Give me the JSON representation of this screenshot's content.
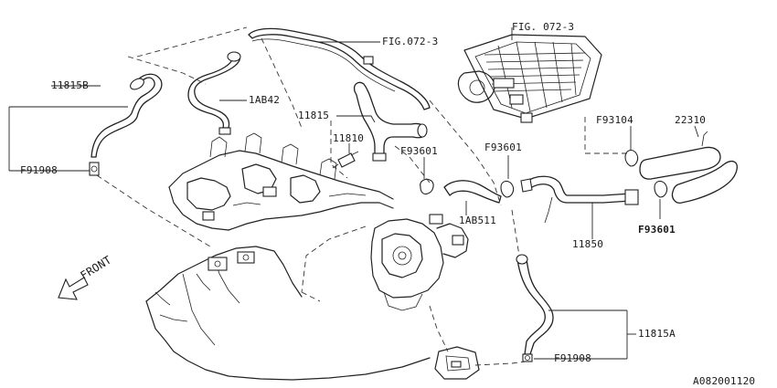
{
  "labels": {
    "fig_072_3_top": "FIG.072-3",
    "fig_072_3_radiator": "FIG. 072-3",
    "p11815b": "11815B",
    "p1ab42": "1AB42",
    "p11815": "11815",
    "p11810": "11810",
    "f91908_left": "F91908",
    "f93601_mid": "F93601",
    "f93601_right": "F93601",
    "f93601_low": "F93601",
    "f93104": "F93104",
    "p22310": "22310",
    "p1ab511": "1AB511",
    "p11850": "11850",
    "p11815a": "11815A",
    "f91908_bottom": "F91908",
    "front": "FRONT",
    "diagram_code": "A082001120"
  }
}
